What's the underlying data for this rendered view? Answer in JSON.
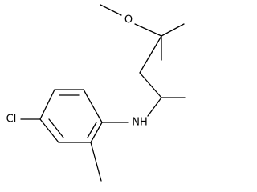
{
  "molecule": {
    "atoms": {
      "oxygen": "O",
      "chlorine": "Cl",
      "amine": "NH"
    }
  }
}
